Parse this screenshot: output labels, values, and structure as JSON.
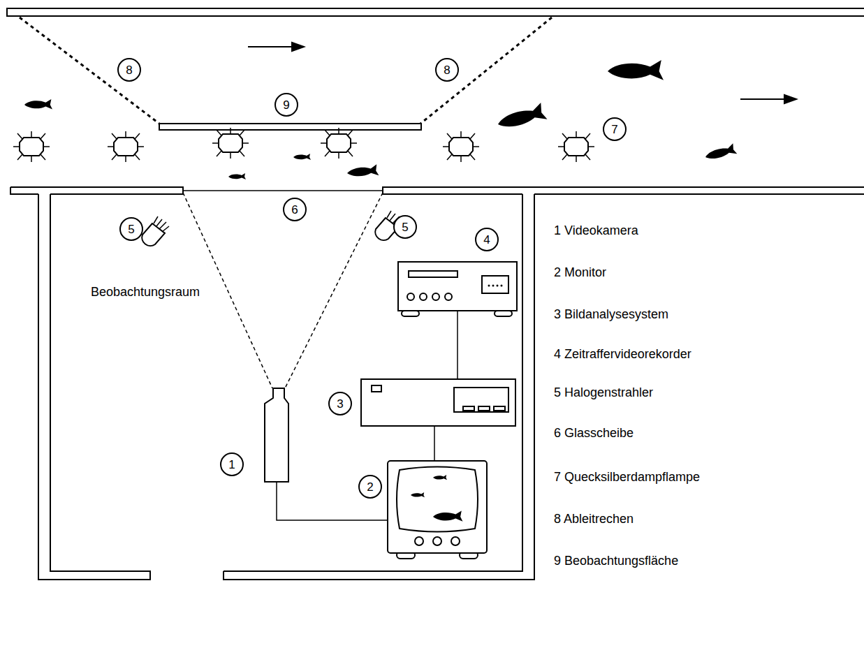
{
  "diagram": {
    "nodes": [
      {
        "text": [
          "8"
        ]
      },
      {
        "text": [
          "9"
        ]
      },
      {
        "text": [
          "8"
        ]
      },
      {
        "text": [
          "7"
        ]
      },
      {
        "text": [
          "6"
        ]
      },
      {
        "text": [
          "5"
        ]
      },
      {
        "text": [
          "5"
        ]
      },
      {
        "text": [
          "4"
        ]
      },
      {
        "text": [
          "3"
        ]
      },
      {
        "text": [
          "1"
        ]
      },
      {
        "text": [
          "2"
        ]
      }
    ],
    "labels": [
      "Beobachtungsraum",
      "1 Videokamera",
      "2 Monitor",
      "3 Bildanalysesystem",
      "4 Zeitraffervideorekorder",
      "5 Halogenstrahler",
      "6 Glasscheibe",
      "7 Quecksilberdampflampe",
      "8 Ableitrechen",
      "9 Beobachtungsfläche"
    ]
  }
}
